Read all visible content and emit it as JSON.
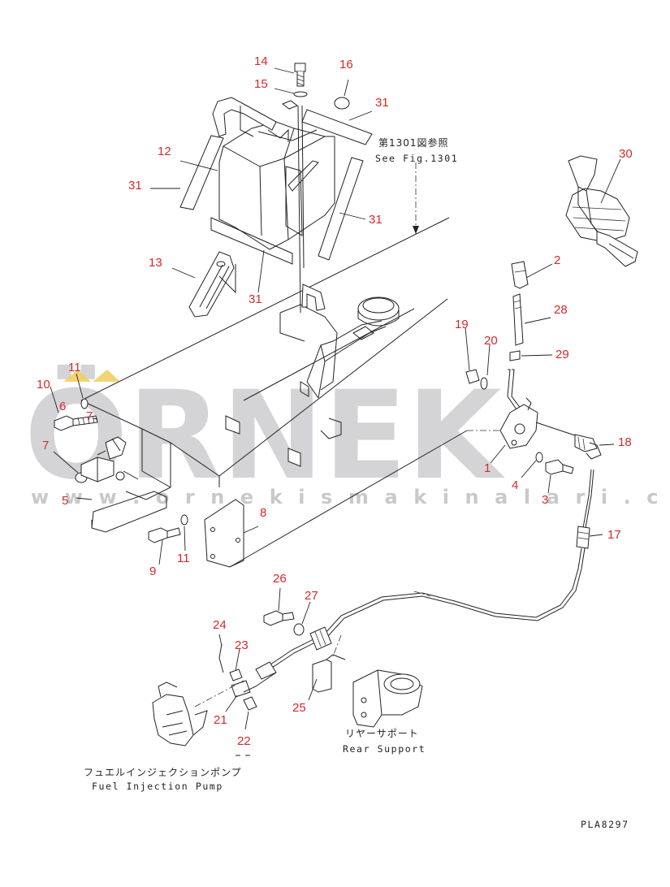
{
  "diagram": {
    "drawing_code": "PLA8297",
    "watermark": {
      "logo": "ÖRNEK",
      "url": "w w w . o r n e k i s m a k i n a l a r i . c o m . t r"
    },
    "captions": [
      {
        "id": "see-fig-jp",
        "text": "第1301図参照"
      },
      {
        "id": "see-fig-en",
        "text": "See Fig.1301"
      },
      {
        "id": "rear-support-jp",
        "text": "リヤーサポート"
      },
      {
        "id": "rear-support-en",
        "text": "Rear Support"
      },
      {
        "id": "fuel-pump-jp",
        "text": "フュエルインジェクションポンプ"
      },
      {
        "id": "fuel-pump-en",
        "text": "Fuel Injection Pump"
      }
    ],
    "part_labels": [
      "14",
      "16",
      "15",
      "31",
      "12",
      "31",
      "31",
      "13",
      "31",
      "30",
      "2",
      "28",
      "19",
      "20",
      "29",
      "11",
      "10",
      "6",
      "7",
      "18",
      "7",
      "1",
      "4",
      "3",
      "5",
      "8",
      "11",
      "9",
      "17",
      "26",
      "27",
      "24",
      "23",
      "21",
      "25",
      "22"
    ],
    "colors": {
      "label": "#d42a2a",
      "line": "#222222",
      "watermark": "#c9c9cc",
      "watermark_accent": "#f0cd5c"
    }
  }
}
